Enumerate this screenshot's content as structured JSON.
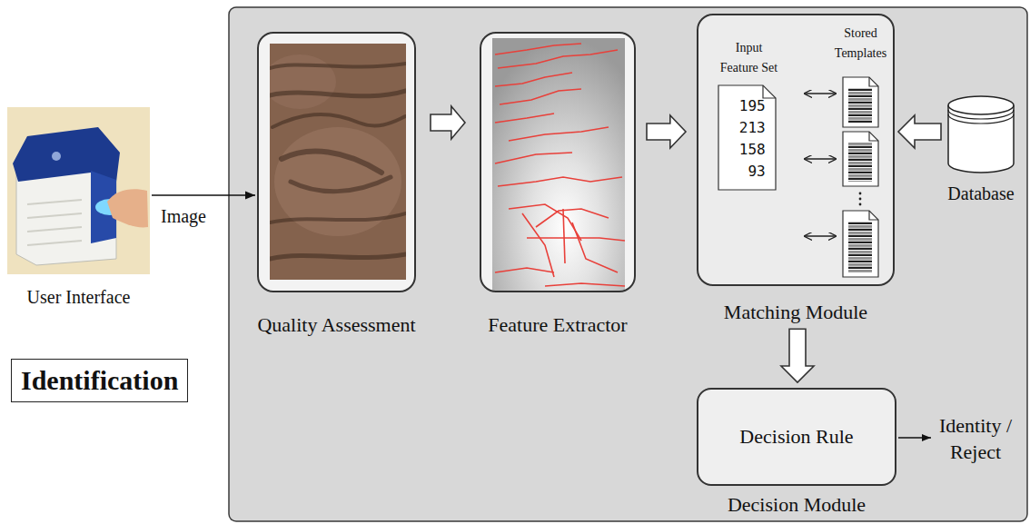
{
  "diagram": {
    "nodes": [
      {
        "text": [
          "User Interface"
        ]
      },
      {
        "text": [
          "Identification"
        ]
      },
      {
        "text": [
          "Quality Assessment"
        ]
      },
      {
        "text": [
          "Feature Extractor"
        ]
      },
      {
        "text": [
          "Matching Module"
        ]
      },
      {
        "text": [
          "Input Feature Set",
          "195 213 158 93"
        ],
        "in": 4
      },
      {
        "text": [
          "Database"
        ]
      },
      {
        "text": [
          "Decision Rule",
          "Decision Module"
        ]
      }
    ],
    "edges": [
      {
        "from": 0,
        "to": 2,
        "label": "Image",
        "arrow": "to"
      },
      {
        "from": 2,
        "to": 3,
        "arrow": "to"
      },
      {
        "from": 3,
        "to": 4,
        "arrow": "to"
      },
      {
        "from": 6,
        "to": 4,
        "arrow": "to"
      },
      {
        "from": 4,
        "to": 7,
        "arrow": "to"
      }
    ],
    "labels": [
      "Stored Templates",
      "Identity / Reject"
    ]
  }
}
